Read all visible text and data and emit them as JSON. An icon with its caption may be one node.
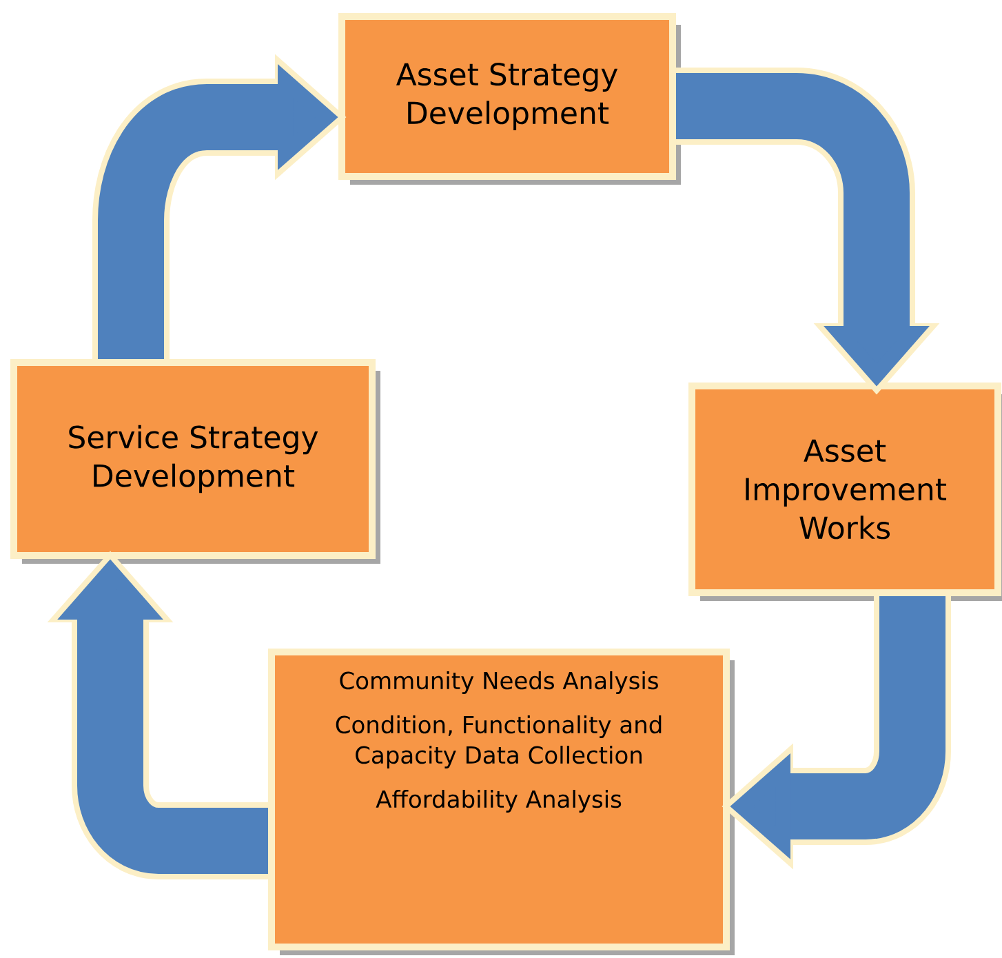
{
  "diagram": {
    "nodes": [
      {
        "text": [
          "Asset Strategy Development"
        ]
      },
      {
        "text": [
          "Service Strategy Development"
        ]
      },
      {
        "text": [
          "Asset Improvement Works"
        ]
      },
      {
        "text": [
          "Community Needs Analysis",
          "Condition, Functionality and Capacity Data Collection",
          "Affordability Analysis"
        ]
      }
    ],
    "edges": [
      {
        "from": 1,
        "to": 0,
        "arrow": "to"
      },
      {
        "from": 0,
        "to": 2,
        "arrow": "to"
      },
      {
        "from": 2,
        "to": 3,
        "arrow": "to"
      },
      {
        "from": 3,
        "to": 1,
        "arrow": "to"
      }
    ]
  }
}
